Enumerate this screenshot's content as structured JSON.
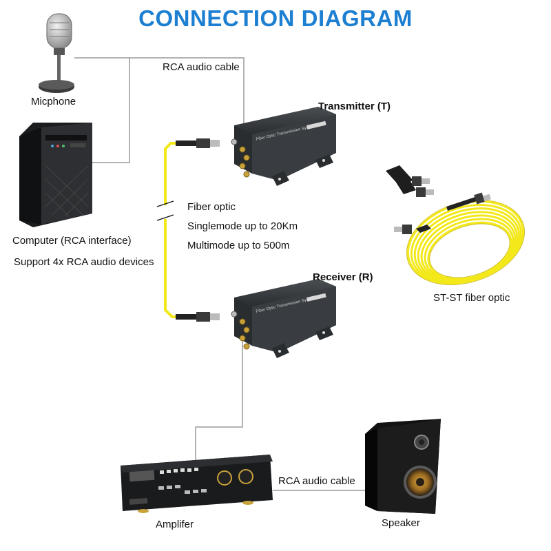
{
  "title": "CONNECTION DIAGRAM",
  "labels": {
    "rca_top": "RCA audio cable",
    "microphone": "Micphone",
    "transmitter": "Transmitter (T)",
    "computer": "Computer (RCA interface)",
    "support": "Support 4x RCA audio devices",
    "fiber": "Fiber optic",
    "singlemode": "Singlemode up to 20Km",
    "multimode": "Multimode up to 500m",
    "receiver": "Receiver (R)",
    "st_fiber": "ST-ST fiber optic",
    "rca_bottom": "RCA audio cable",
    "amplifier": "Amplifer",
    "speaker": "Speaker"
  },
  "device_text": {
    "box_label": "Fiber Optic Transmission System"
  },
  "colors": {
    "title": "#1c7fd1",
    "fiber": "#f3e81a",
    "cable": "#9a9a9a",
    "device": "#2d3033"
  },
  "icons": [
    "microphone-icon",
    "computer-tower-icon",
    "transmitter-box-icon",
    "receiver-box-icon",
    "fiber-coil-icon",
    "st-connector-icon",
    "amplifier-icon",
    "speaker-icon"
  ]
}
